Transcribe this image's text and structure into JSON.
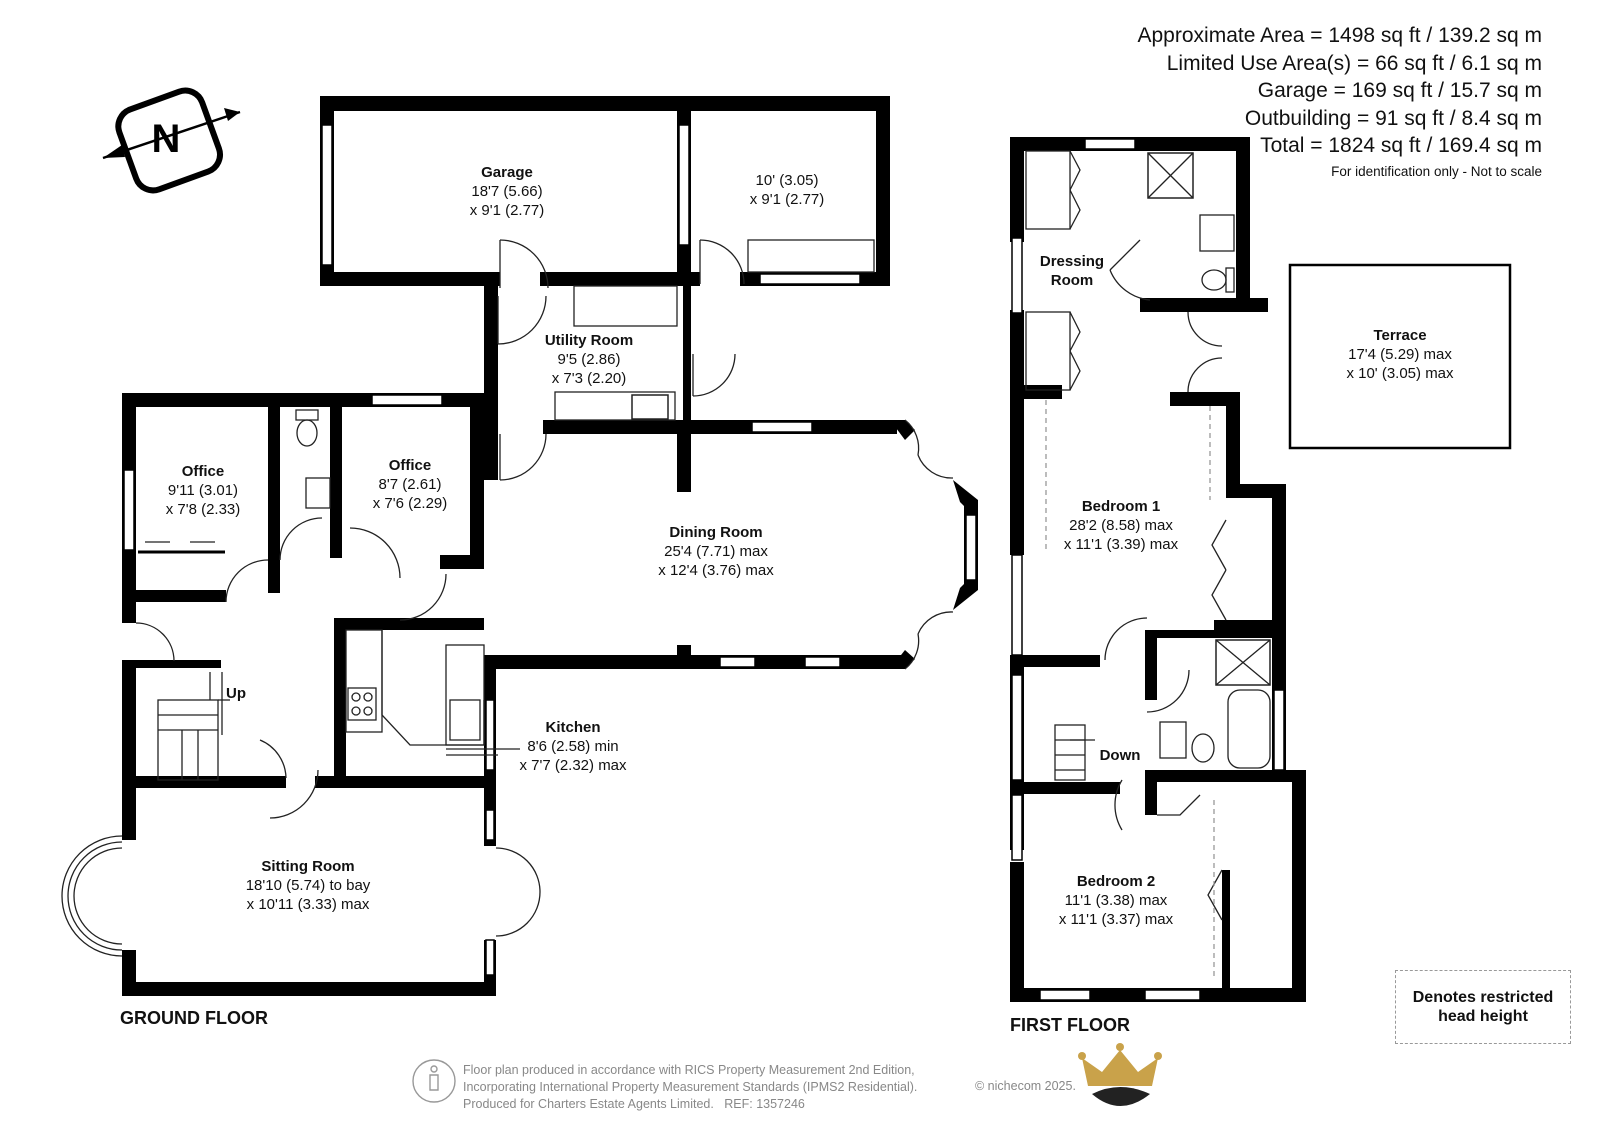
{
  "areas": {
    "lines": [
      "Approximate Area = 1498 sq ft / 139.2 sq m",
      "Limited Use Area(s) = 66 sq ft / 6.1 sq m",
      "Garage = 169 sq ft / 15.7 sq m",
      "Outbuilding = 91 sq ft / 8.4 sq m",
      "Total = 1824 sq ft / 169.4 sq m"
    ],
    "note": "For identification only - Not to scale"
  },
  "compass": {
    "letter": "N"
  },
  "ground_floor": {
    "title": "GROUND FLOOR",
    "rooms": {
      "garage": {
        "name": "Garage",
        "dim1": "18'7 (5.66)",
        "dim2": "x 9'1 (2.77)"
      },
      "outbuilding": {
        "name": "",
        "dim1": "10' (3.05)",
        "dim2": "x 9'1 (2.77)"
      },
      "utility": {
        "name": "Utility Room",
        "dim1": "9'5 (2.86)",
        "dim2": "x 7'3 (2.20)"
      },
      "office1": {
        "name": "Office",
        "dim1": "9'11 (3.01)",
        "dim2": "x 7'8 (2.33)"
      },
      "office2": {
        "name": "Office",
        "dim1": "8'7 (2.61)",
        "dim2": "x 7'6 (2.29)"
      },
      "dining": {
        "name": "Dining Room",
        "dim1": "25'4 (7.71) max",
        "dim2": "x 12'4 (3.76) max"
      },
      "kitchen": {
        "name": "Kitchen",
        "dim1": "8'6 (2.58) min",
        "dim2": "x 7'7 (2.32) max"
      },
      "sitting": {
        "name": "Sitting Room",
        "dim1": "18'10 (5.74) to bay",
        "dim2": "x 10'11 (3.33) max"
      }
    },
    "stairs_label": "Up"
  },
  "first_floor": {
    "title": "FIRST FLOOR",
    "rooms": {
      "dressing": {
        "name1": "Dressing",
        "name2": "Room"
      },
      "terrace": {
        "name": "Terrace",
        "dim1": "17'4 (5.29) max",
        "dim2": "x 10' (3.05) max"
      },
      "bedroom1": {
        "name": "Bedroom 1",
        "dim1": "28'2 (8.58) max",
        "dim2": "x 11'1 (3.39) max"
      },
      "bedroom2": {
        "name": "Bedroom 2",
        "dim1": "11'1 (3.38) max",
        "dim2": "x 11'1 (3.37) max"
      }
    },
    "stairs_label": "Down"
  },
  "legend": {
    "line1": "Denotes restricted",
    "line2": "head height"
  },
  "footer": {
    "line1": "Floor plan produced in accordance with RICS Property Measurement 2nd Edition,",
    "line2": "Incorporating International Property Measurement Standards (IPMS2 Residential).",
    "line3": "Produced for Charters Estate Agents Limited.",
    "ref": "REF: 1357246",
    "brand": "© nichecom 2025."
  },
  "colors": {
    "wall": "#000000",
    "window": "#ffffff",
    "line": "#222222",
    "faint": "#999999",
    "crown": "#c9a24a"
  }
}
